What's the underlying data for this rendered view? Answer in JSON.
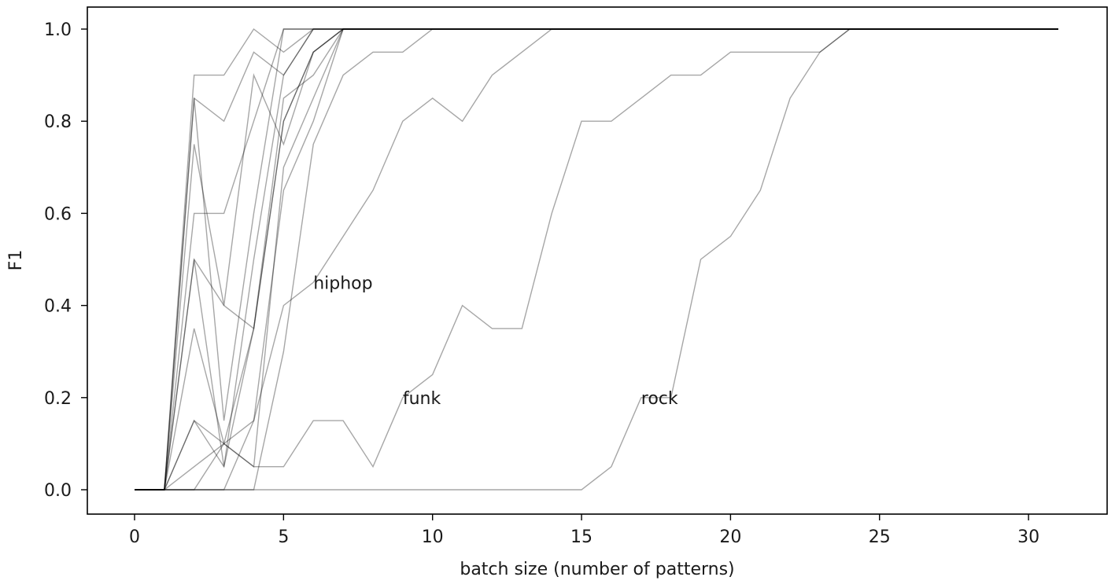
{
  "chart_data": {
    "type": "line",
    "title": "",
    "xlabel": "batch size (number of patterns)",
    "ylabel": "F1",
    "xlim": [
      -1.5,
      32.5
    ],
    "ylim": [
      -0.05,
      1.05
    ],
    "xticks": [
      0,
      5,
      10,
      15,
      20,
      25,
      30
    ],
    "yticks": [
      0.0,
      0.2,
      0.4,
      0.6,
      0.8,
      1.0
    ],
    "xtick_labels": [
      "0",
      "5",
      "10",
      "15",
      "20",
      "25",
      "30"
    ],
    "ytick_labels": [
      "0.0",
      "0.2",
      "0.4",
      "0.6",
      "0.8",
      "1.0"
    ],
    "grid": false,
    "legend": null,
    "line_color": "#000000",
    "line_alpha": 0.35,
    "x": [
      0,
      1,
      2,
      3,
      4,
      5,
      6,
      7,
      8,
      9,
      10,
      11,
      12,
      13,
      14,
      15,
      16,
      17,
      18,
      19,
      20,
      21,
      22,
      23,
      24,
      25,
      26,
      27,
      28,
      29,
      30,
      31
    ],
    "series": [
      {
        "name": "rock",
        "values": [
          0,
          0,
          0,
          0,
          0,
          0,
          0,
          0,
          0,
          0,
          0,
          0,
          0,
          0,
          0,
          0,
          0.05,
          0.2,
          0.2,
          0.5,
          0.55,
          0.65,
          0.85,
          0.95,
          1,
          1,
          1,
          1,
          1,
          1,
          1,
          1
        ]
      },
      {
        "name": "funk",
        "values": [
          0,
          0,
          0.15,
          0.1,
          0.05,
          0.05,
          0.15,
          0.15,
          0.05,
          0.2,
          0.25,
          0.4,
          0.35,
          0.35,
          0.6,
          0.8,
          0.8,
          0.85,
          0.9,
          0.9,
          0.95,
          0.95,
          0.95,
          0.95,
          1,
          1,
          1,
          1,
          1,
          1,
          1,
          1
        ]
      },
      {
        "name": "hiphop",
        "values": [
          0,
          0,
          0,
          0,
          0.15,
          0.4,
          0.45,
          0.55,
          0.65,
          0.8,
          0.85,
          0.8,
          0.9,
          0.95,
          1,
          1,
          1,
          1,
          1,
          1,
          1,
          1,
          1,
          1,
          1,
          1,
          1,
          1,
          1,
          1,
          1,
          1
        ]
      },
      {
        "name": "",
        "values": [
          0,
          0,
          0.9,
          0.9,
          1,
          0.95,
          1,
          1,
          1,
          1,
          1,
          1,
          1,
          1,
          1,
          1,
          1,
          1,
          1,
          1,
          1,
          1,
          1,
          1,
          1,
          1,
          1,
          1,
          1,
          1,
          1,
          1
        ]
      },
      {
        "name": "",
        "values": [
          0,
          0,
          0.85,
          0.8,
          0.95,
          0.9,
          1,
          1,
          1,
          1,
          1,
          1,
          1,
          1,
          1,
          1,
          1,
          1,
          1,
          1,
          1,
          1,
          1,
          1,
          1,
          1,
          1,
          1,
          1,
          1,
          1,
          1
        ]
      },
      {
        "name": "",
        "values": [
          0,
          0,
          0.75,
          0.4,
          0.9,
          0.75,
          0.95,
          1,
          1,
          1,
          1,
          1,
          1,
          1,
          1,
          1,
          1,
          1,
          1,
          1,
          1,
          1,
          1,
          1,
          1,
          1,
          1,
          1,
          1,
          1,
          1,
          1
        ]
      },
      {
        "name": "",
        "values": [
          0,
          0,
          0.6,
          0.6,
          0.8,
          1,
          1,
          1,
          1,
          1,
          1,
          1,
          1,
          1,
          1,
          1,
          1,
          1,
          1,
          1,
          1,
          1,
          1,
          1,
          1,
          1,
          1,
          1,
          1,
          1,
          1,
          1
        ]
      },
      {
        "name": "",
        "values": [
          0,
          0,
          0.5,
          0.05,
          0.35,
          0.85,
          0.9,
          1,
          1,
          1,
          1,
          1,
          1,
          1,
          1,
          1,
          1,
          1,
          1,
          1,
          1,
          1,
          1,
          1,
          1,
          1,
          1,
          1,
          1,
          1,
          1,
          1
        ]
      },
      {
        "name": "",
        "values": [
          0,
          0,
          0.35,
          0.1,
          0.15,
          0.65,
          0.8,
          1,
          1,
          1,
          1,
          1,
          1,
          1,
          1,
          1,
          1,
          1,
          1,
          1,
          1,
          1,
          1,
          1,
          1,
          1,
          1,
          1,
          1,
          1,
          1,
          1
        ]
      },
      {
        "name": "",
        "values": [
          0,
          0,
          0.15,
          0.05,
          0.5,
          0.9,
          1,
          1,
          1,
          1,
          1,
          1,
          1,
          1,
          1,
          1,
          1,
          1,
          1,
          1,
          1,
          1,
          1,
          1,
          1,
          1,
          1,
          1,
          1,
          1,
          1,
          1
        ]
      },
      {
        "name": "",
        "values": [
          0,
          0,
          0.05,
          0.1,
          0.05,
          0.7,
          0.85,
          1,
          1,
          1,
          1,
          1,
          1,
          1,
          1,
          1,
          1,
          1,
          1,
          1,
          1,
          1,
          1,
          1,
          1,
          1,
          1,
          1,
          1,
          1,
          1,
          1
        ]
      },
      {
        "name": "",
        "values": [
          0,
          0,
          0,
          0.1,
          0.35,
          0.8,
          0.95,
          1,
          1,
          1,
          1,
          1,
          1,
          1,
          1,
          1,
          1,
          1,
          1,
          1,
          1,
          1,
          1,
          1,
          1,
          1,
          1,
          1,
          1,
          1,
          1,
          1
        ]
      },
      {
        "name": "",
        "values": [
          0,
          0,
          0,
          0,
          0,
          0.3,
          0.75,
          0.9,
          0.95,
          0.95,
          1,
          1,
          1,
          1,
          1,
          1,
          1,
          1,
          1,
          1,
          1,
          1,
          1,
          1,
          1,
          1,
          1,
          1,
          1,
          1,
          1,
          1
        ]
      },
      {
        "name": "",
        "values": [
          0,
          0,
          0.85,
          0.15,
          0.6,
          1,
          1,
          1,
          1,
          1,
          1,
          1,
          1,
          1,
          1,
          1,
          1,
          1,
          1,
          1,
          1,
          1,
          1,
          1,
          1,
          1,
          1,
          1,
          1,
          1,
          1,
          1
        ]
      },
      {
        "name": "",
        "values": [
          0,
          0,
          0.5,
          0.4,
          0.35,
          0.8,
          0.95,
          1,
          1,
          1,
          1,
          1,
          1,
          1,
          1,
          1,
          1,
          1,
          1,
          1,
          1,
          1,
          1,
          1,
          1,
          1,
          1,
          1,
          1,
          1,
          1,
          1
        ]
      }
    ],
    "annotations": [
      {
        "text": "hiphop",
        "x": 6,
        "y": 0.45
      },
      {
        "text": "funk",
        "x": 9,
        "y": 0.2
      },
      {
        "text": "rock",
        "x": 17,
        "y": 0.2
      }
    ]
  }
}
